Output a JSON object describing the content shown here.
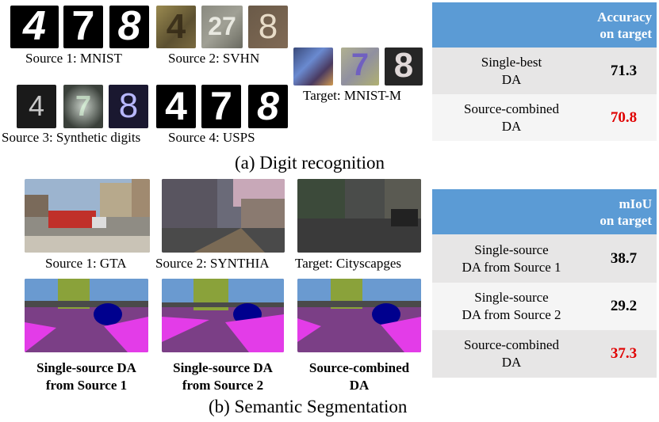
{
  "digit": {
    "source1_label": "Source 1: MNIST",
    "source2_label": "Source 2: SVHN",
    "source3_label": "Source 3: Synthetic digits",
    "source4_label": "Source 4: USPS",
    "target_label": "Target: MNIST-M",
    "mnist_glyphs": [
      "4",
      "7",
      "8"
    ],
    "svhn_glyphs": [
      "4",
      "27",
      "8"
    ],
    "synth_glyphs": [
      "4",
      "7",
      "8"
    ],
    "usps_glyphs": [
      "4",
      "7",
      "8"
    ],
    "mnistm_glyphs": [
      "",
      "7",
      "8"
    ],
    "caption": "(a) Digit recognition",
    "table": {
      "header_line1": "Accuracy",
      "header_line2": "on target",
      "rows": [
        {
          "method_line1": "Single-best",
          "method_line2": "DA",
          "value": "71.3",
          "highlight": false
        },
        {
          "method_line1": "Source-combined",
          "method_line2": "DA",
          "value": "70.8",
          "highlight": true
        }
      ]
    }
  },
  "seg": {
    "source1_label": "Source 1: GTA",
    "source2_label": "Source 2: SYNTHIA",
    "target_label": "Target: Cityscapges",
    "result1_line1": "Single-source DA",
    "result1_line2": "from Source 1",
    "result2_line1": "Single-source DA",
    "result2_line2": "from Source 2",
    "result3_line1": "Source-combined",
    "result3_line2": "DA",
    "caption": "(b) Semantic Segmentation",
    "table": {
      "header_line1": "mIoU",
      "header_line2": "on target",
      "rows": [
        {
          "method_line1": "Single-source",
          "method_line2": "DA from Source 1",
          "value": "38.7",
          "highlight": false
        },
        {
          "method_line1": "Single-source",
          "method_line2": "DA from Source 2",
          "value": "29.2",
          "highlight": false
        },
        {
          "method_line1": "Source-combined",
          "method_line2": "DA",
          "value": "37.3",
          "highlight": true
        }
      ]
    }
  },
  "colors": {
    "table_header": "#5b9bd5",
    "highlight_value": "#e00000",
    "seg_road": "#7b3f86",
    "seg_sky": "#6a9ad0",
    "seg_veg": "#8aa23a",
    "seg_car": "#00008e",
    "seg_sidewalk": "#e33ce8"
  }
}
